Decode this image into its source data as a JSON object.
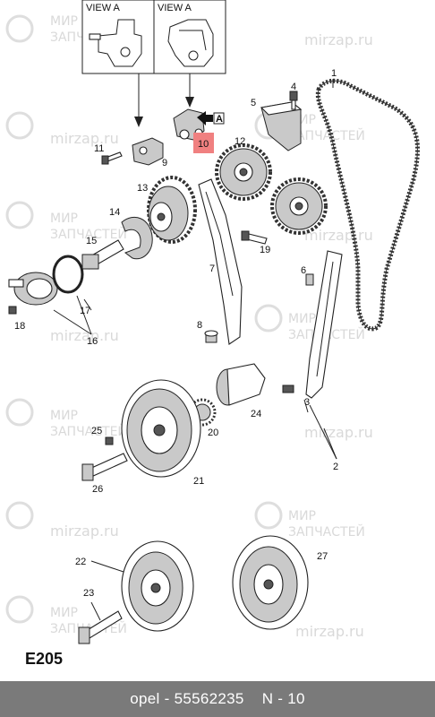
{
  "view_labels": {
    "left": "VIEW A",
    "right": "VIEW A"
  },
  "view_arrow_label": "A",
  "watermark": {
    "line1": "МИР",
    "line2": "ЗАПЧАСТЕЙ",
    "site": "mirzap.ru"
  },
  "callouts": {
    "c1": "1",
    "c2": "2",
    "c3": "3",
    "c4": "4",
    "c5": "5",
    "c6": "6",
    "c7": "7",
    "c8": "8",
    "c9": "9",
    "c10": "10",
    "c11": "11",
    "c12": "12",
    "c13": "13",
    "c14": "14",
    "c15": "15",
    "c16": "16",
    "c17": "17",
    "c18": "18",
    "c19": "19",
    "c20": "20",
    "c21": "21",
    "c22": "22",
    "c23": "23",
    "c24": "24",
    "c25": "25",
    "c26": "26",
    "c27": "27"
  },
  "highlight_color": "#f08080",
  "diagram_code": "E205",
  "footer": {
    "brand": "opel",
    "separator": " - ",
    "part_number": "55562235",
    "page": "N - 10"
  }
}
